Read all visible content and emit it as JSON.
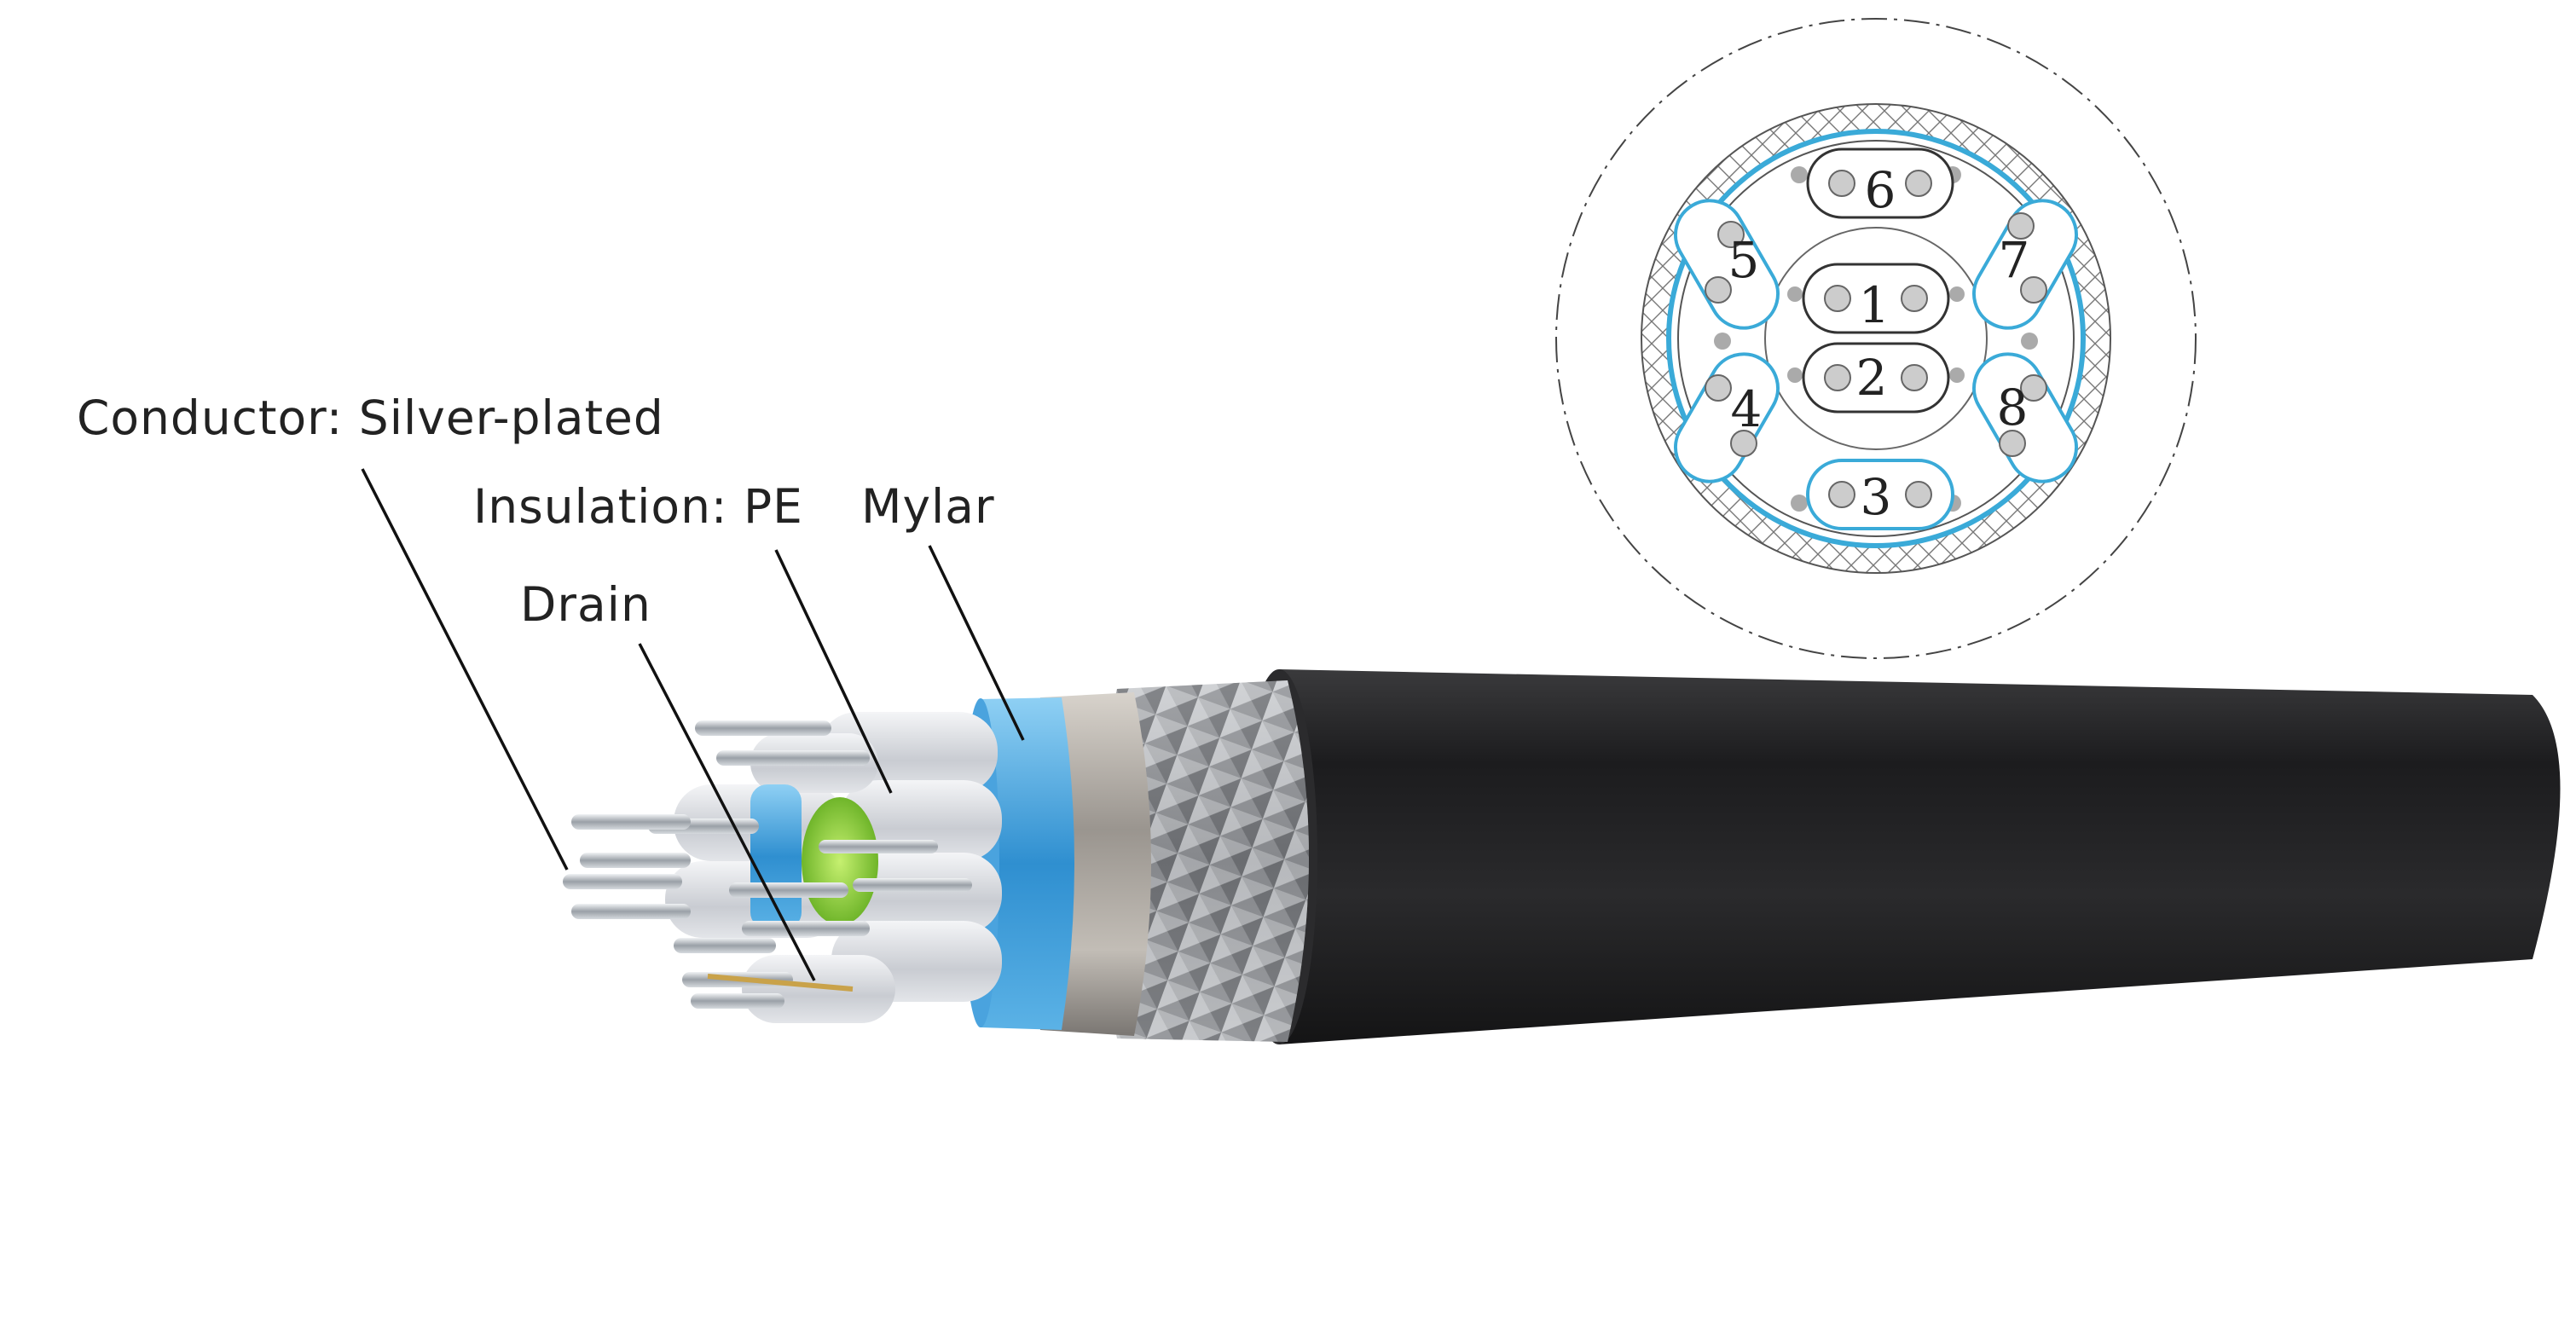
{
  "labels": {
    "conductor": "Conductor:  Silver-plated",
    "insulation": "Insulation:  PE",
    "mylar": "Mylar",
    "drain": "Drain"
  },
  "cross_section": {
    "pair_numbers": [
      "1",
      "2",
      "3",
      "4",
      "5",
      "6",
      "7",
      "8"
    ]
  },
  "colors": {
    "jacket": "#1f1f21",
    "braid": "#9ea0a3",
    "foil": "#8d8e90",
    "mylar_accent": "#3a9fd9",
    "insulation": "#e6e8ec",
    "conductor": "#c7ccd2",
    "filler": "#8ccc3c",
    "diagram_line": "#333333",
    "diagram_accent": "#3aaad8"
  }
}
